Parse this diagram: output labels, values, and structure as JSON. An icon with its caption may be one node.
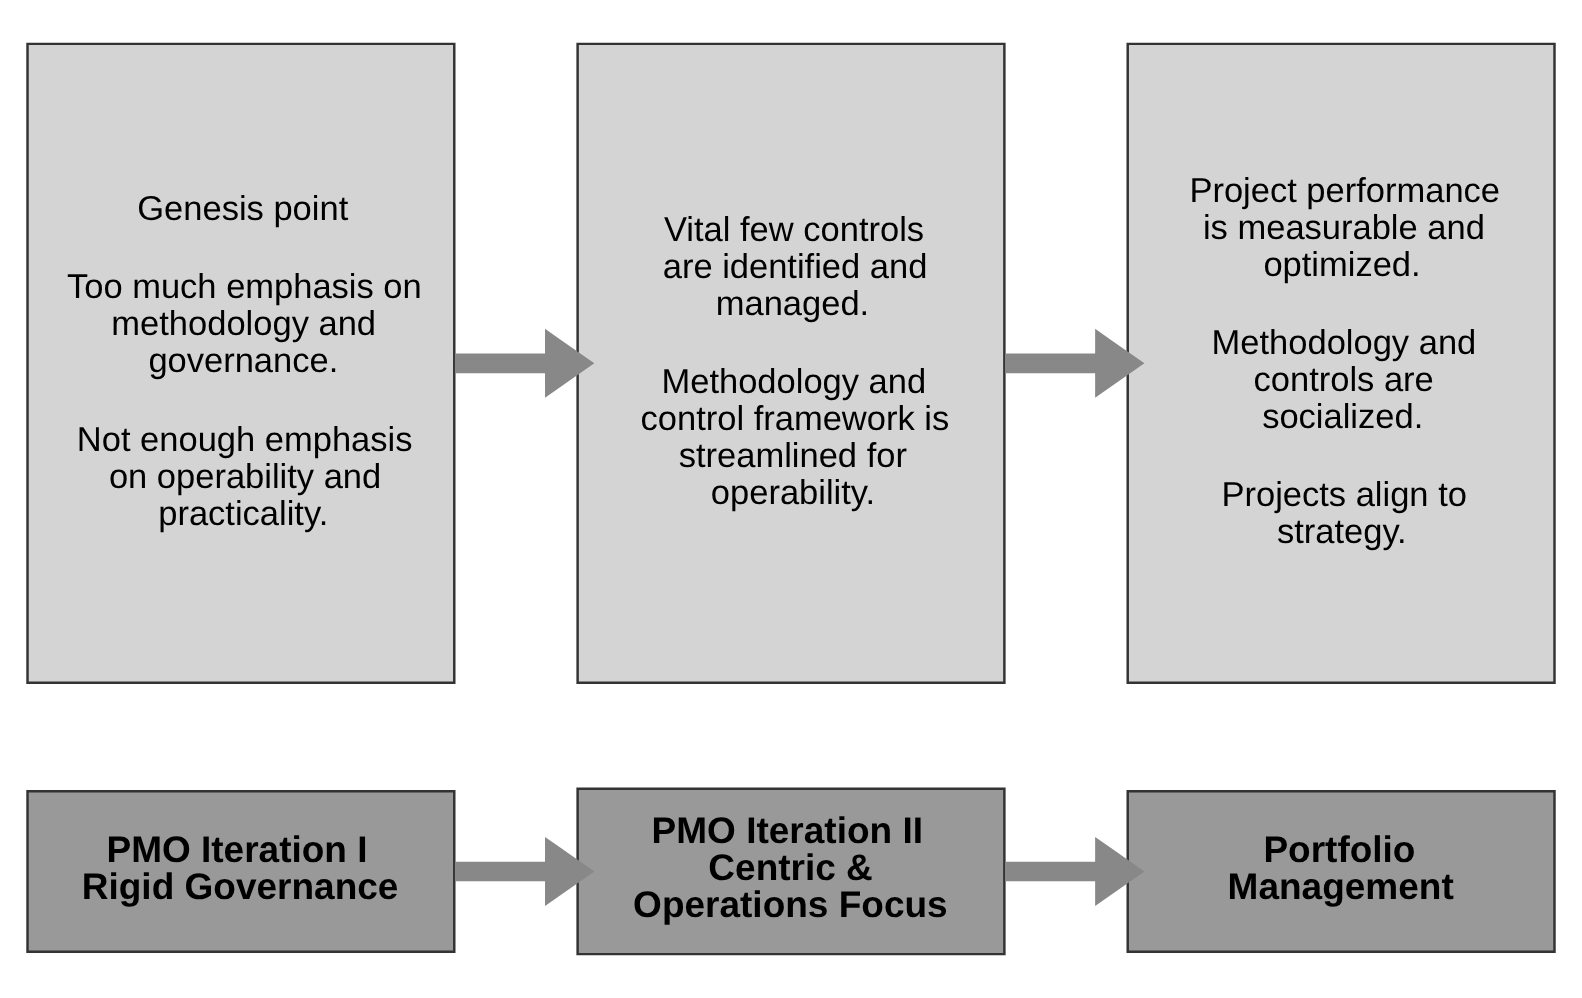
{
  "diagram": {
    "nodes": [
      {
        "text": [
          "PMO Iteration I Rigid Governance"
        ]
      },
      {
        "text": [
          "PMO Iteration II Centric & Operations Focus"
        ]
      },
      {
        "text": [
          "Portfolio Management"
        ]
      },
      {
        "text": [
          "Genesis point",
          "Too much emphasis on methodology and governance.",
          "Not enough emphasis on operability and practicality."
        ]
      },
      {
        "text": [
          "Vital few controls are identified and managed.",
          "Methodology and control framework is streamlined for operability."
        ]
      },
      {
        "text": [
          "Project performance is measurable and optimized.",
          "Methodology and controls are socialized.",
          "Projects align to strategy."
        ]
      }
    ],
    "edges": [
      {
        "from": 0,
        "to": 1,
        "arrow": "to"
      },
      {
        "from": 1,
        "to": 2,
        "arrow": "to"
      },
      {
        "from": 3,
        "to": 4,
        "arrow": "to"
      },
      {
        "from": 4,
        "to": 5,
        "arrow": "to"
      }
    ]
  }
}
